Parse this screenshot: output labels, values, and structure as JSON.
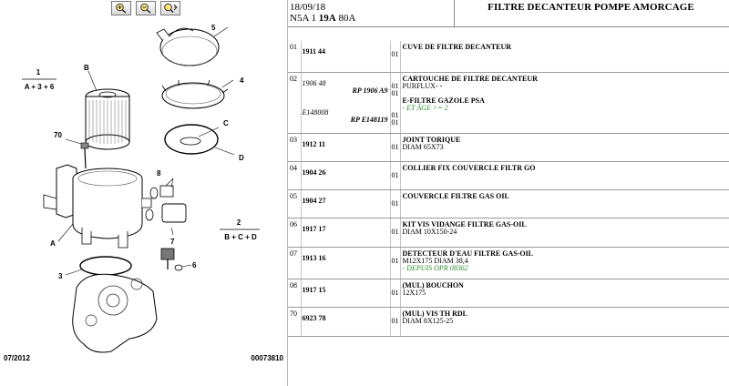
{
  "toolbar": {
    "zoom_in_icon": "zoom-in-icon",
    "zoom_out_icon": "zoom-out-icon",
    "zoom_fit_icon": "zoom-fit-icon"
  },
  "diagram": {
    "callouts": {
      "b": "B",
      "c": "C",
      "d": "D",
      "n1": "1",
      "n1_formula": "A + 3 + 6",
      "n2": "2",
      "n2_formula": "B + C + D",
      "n3": "3",
      "n4": "4",
      "n5": "5",
      "n6": "6",
      "n7": "7",
      "n8": "8",
      "n70": "70",
      "a": "A"
    },
    "footer_date": "07/2012",
    "footer_ref": "00073810"
  },
  "header": {
    "date": "18/09/18",
    "model_prefix": "N5A 1 ",
    "model_bold": "19A",
    "model_suffix": " 80A",
    "title": "FILTRE DECANTEUR POMPE AMORCAGE"
  },
  "rows": [
    {
      "pos": "01",
      "ref": "1911 44",
      "qty": "01",
      "desc": "CUVE DE FILTRE DECANTEUR"
    },
    {
      "pos": "02"
    },
    {
      "pos": "03",
      "ref": "1912 11",
      "qty": "01",
      "desc": "JOINT TORIQUE",
      "sub": "DIAM 65X73"
    },
    {
      "pos": "04",
      "ref": "1904 26",
      "qty": "01",
      "desc": "COLLIER FIX COUVERCLE FILTR GO"
    },
    {
      "pos": "05",
      "ref": "1904 27",
      "qty": "01",
      "desc": "COUVERCLE FILTRE GAS OIL"
    },
    {
      "pos": "06",
      "ref": "1917 17",
      "qty": "01",
      "desc": "KIT VIS VIDANGE FILTRE GAS-OIL",
      "sub": "DIAM 10X150-24"
    },
    {
      "pos": "07",
      "ref": "1913 16",
      "qty": "01",
      "desc": "DETECTEUR D'EAU FILTRE GAS-OIL",
      "sub": "M12X175 DIAM 38,4",
      "note": "- DEPUIS OPR 08362"
    },
    {
      "pos": "08",
      "ref": "1917 15",
      "qty": "01",
      "desc": "(MUL) BOUCHON",
      "sub": "12X175"
    },
    {
      "pos": "70",
      "ref": "6923 78",
      "qty": "01",
      "desc": "(MUL) VIS TH RDL",
      "sub": "DIAM 8X125-25"
    }
  ],
  "row02": {
    "ref1": "1906 48",
    "rp1": "RP 1906 A9",
    "qty1": "01",
    "qty1b": "01",
    "desc1": "CARTOUCHE DE FILTRE DECANTEUR",
    "sub1": "PURFLUX- -",
    "ref2": "E148008",
    "rp2": "RP E148119",
    "qty2": "01",
    "qty2b": "01",
    "desc2": "E-FILTRE GAZOLE PSA",
    "note2": "- ET ÂGE >= 2"
  }
}
